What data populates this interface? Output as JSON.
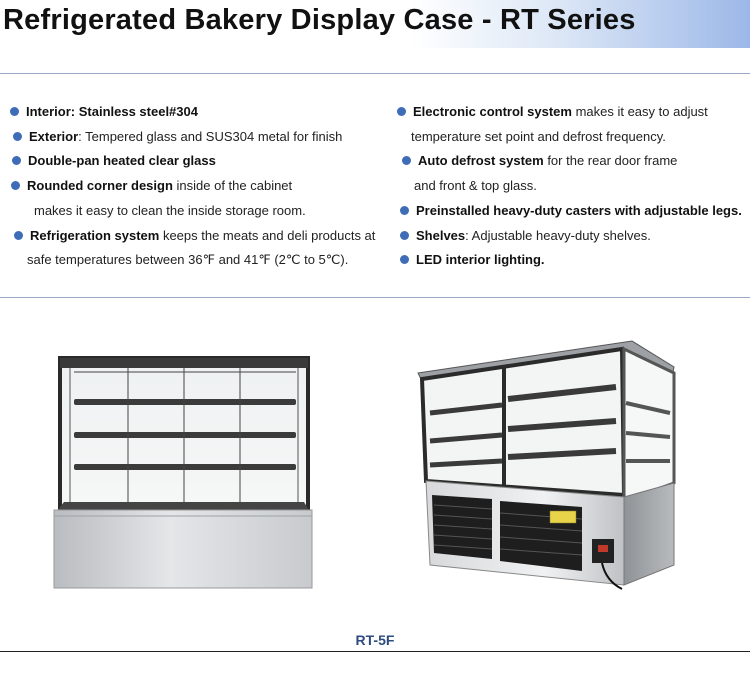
{
  "header": {
    "title": "Refrigerated Bakery Display Case - RT Series"
  },
  "features_left": [
    {
      "bold": "Interior: Stainless steel#304",
      "rest": ""
    },
    {
      "bold": "Exterior",
      "rest": ":  Tempered glass and SUS304 metal for finish"
    },
    {
      "bold": "Double-pan heated clear glass",
      "rest": ""
    },
    {
      "bold": "Rounded corner design",
      "rest": " inside of the cabinet",
      "cont": "makes it easy to clean the inside storage room."
    },
    {
      "bold": "Refrigeration system",
      "rest": " keeps the meats and deli products at",
      "cont": "safe temperatures between 36℉ and 41℉ (2℃ to 5℃)."
    }
  ],
  "features_right": [
    {
      "bold": "Electronic control system",
      "rest": " makes it easy to adjust",
      "cont": "temperature set point and defrost frequency."
    },
    {
      "bold": "Auto defrost system",
      "rest": " for the rear door frame",
      "cont": "and front & top glass."
    },
    {
      "bold": "Preinstalled heavy-duty casters with adjustable legs.",
      "rest": ""
    },
    {
      "bold": "Shelves",
      "rest": ": Adjustable heavy-duty shelves."
    },
    {
      "bold": "LED interior lighting.",
      "rest": ""
    }
  ],
  "product": {
    "caption": "RT-5F"
  },
  "colors": {
    "bullet": "#3f6cb6",
    "caption": "#2e4b7f",
    "title_gradient_end": "#9cb8e8"
  }
}
